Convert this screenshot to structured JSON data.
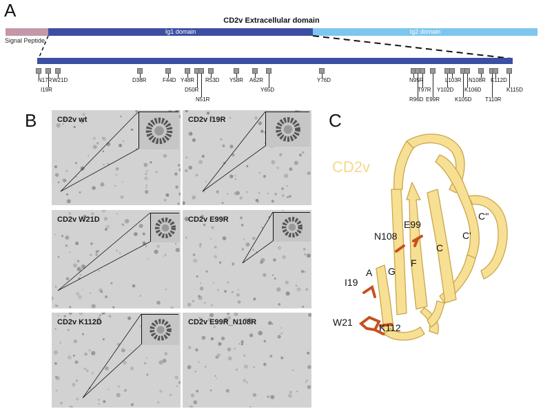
{
  "panels": {
    "a": "A",
    "b": "B",
    "c": "C"
  },
  "panel_a": {
    "title": "CD2v Extracellular domain",
    "signal_peptide": "Signal Peptide",
    "ig1": "Ig1 domain",
    "ig2": "Ig2 domain",
    "colors": {
      "signal": "#c497aa",
      "ig1": "#3c4fa3",
      "ig2": "#7ec6ee",
      "box": "#9a9a9a"
    },
    "mutations": [
      "N17R",
      "I19R",
      "W21D",
      "D38R",
      "F44D",
      "Y48R",
      "D50R",
      "N51R",
      "R53D",
      "Y58R",
      "A62R",
      "Y65D",
      "Y76D",
      "N95R",
      "R96D",
      "T97R",
      "E99R",
      "Y102D",
      "L103R",
      "K105D",
      "K106D",
      "N108R",
      "T110R",
      "K112D",
      "K115D"
    ]
  },
  "panel_b": {
    "images": [
      {
        "label": "CD2v wt"
      },
      {
        "label": "CD2v I19R"
      },
      {
        "label": "CD2v W21D"
      },
      {
        "label": "CD2v E99R"
      },
      {
        "label": "CD2v K112D"
      },
      {
        "label": "CD2v E99R_N108R"
      }
    ]
  },
  "panel_c": {
    "protein": "CD2v",
    "residues": [
      "E99",
      "N108",
      "I19",
      "W21",
      "K112"
    ],
    "strands": [
      "A",
      "G",
      "F",
      "C",
      "C'",
      "C''"
    ],
    "colors": {
      "ribbon": "#f7df94",
      "ribbon_edge": "#d9b85a",
      "residue": "#c8501e"
    }
  }
}
